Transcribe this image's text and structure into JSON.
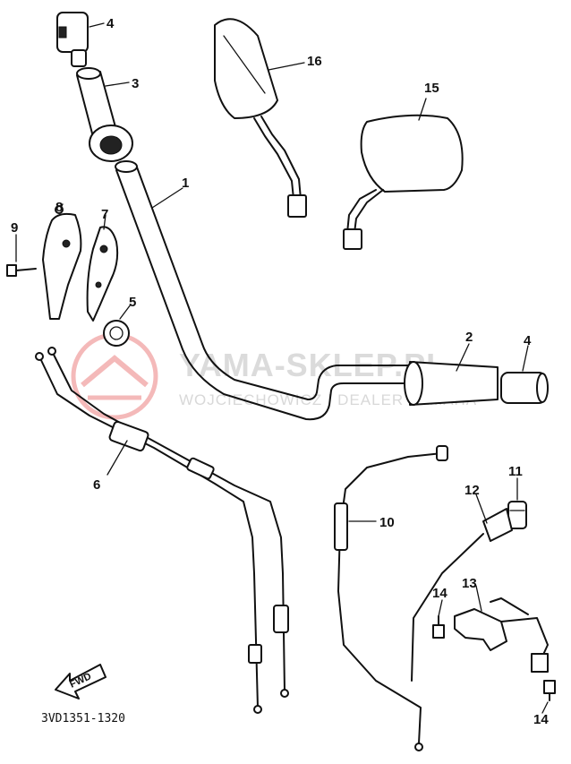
{
  "watermark": {
    "brand": "YAMA-SKLEP.PL",
    "subtitle": "WOJCIECHOWICZ | DEALER YAMAHA",
    "logo_color": "#e03a3a"
  },
  "diagram_code": "3VD1351-1320",
  "fwd_label": "FWD",
  "callouts": [
    {
      "id": "c4a",
      "label": "4"
    },
    {
      "id": "c3",
      "label": "3"
    },
    {
      "id": "c16",
      "label": "16"
    },
    {
      "id": "c15",
      "label": "15"
    },
    {
      "id": "c1",
      "label": "1"
    },
    {
      "id": "c9",
      "label": "9"
    },
    {
      "id": "c8",
      "label": "8"
    },
    {
      "id": "c7",
      "label": "7"
    },
    {
      "id": "c5",
      "label": "5"
    },
    {
      "id": "c2",
      "label": "2"
    },
    {
      "id": "c4b",
      "label": "4"
    },
    {
      "id": "c6",
      "label": "6"
    },
    {
      "id": "c10",
      "label": "10"
    },
    {
      "id": "c11",
      "label": "11"
    },
    {
      "id": "c12",
      "label": "12"
    },
    {
      "id": "c13",
      "label": "13"
    },
    {
      "id": "c14a",
      "label": "14"
    },
    {
      "id": "c14b",
      "label": "14"
    }
  ]
}
